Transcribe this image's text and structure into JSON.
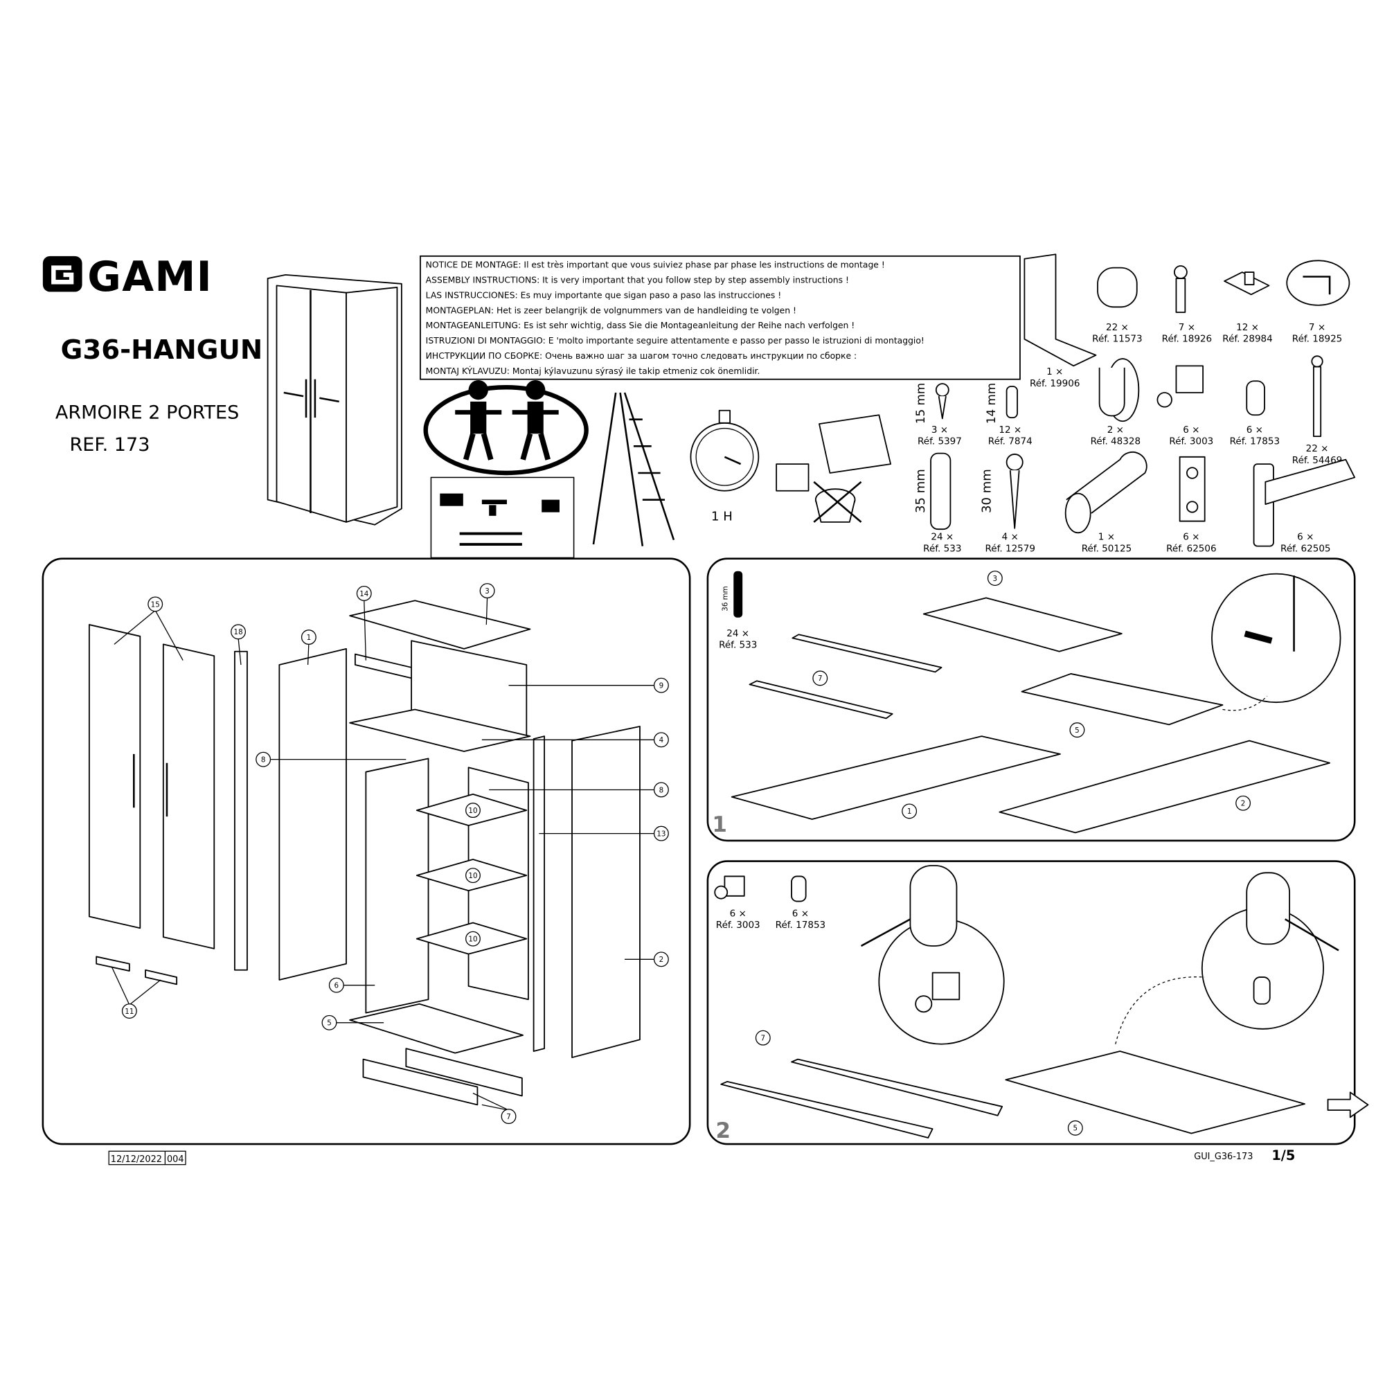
{
  "brand": "GAMI",
  "model": "G36-HANGUN",
  "product": "ARMOIRE 2 PORTES",
  "reference": "REF. 173",
  "notice": [
    "NOTICE DE MONTAGE: Il est très important que vous suiviez phase par phase les instructions de montage !",
    "ASSEMBLY INSTRUCTIONS: It is very important that you follow step by step assembly instructions !",
    "LAS INSTRUCCIONES: Es muy importante que sigan paso a paso las instrucciones !",
    "MONTAGEPLAN: Het is zeer belangrijk de volgnummers van de handleiding te volgen !",
    "MONTAGEANLEITUNG: Es ist sehr wichtig, dass Sie die Montageanleitung der Reihe nach verfolgen !",
    "ISTRUZIONI DI MONTAGGIO: E 'molto importante seguire attentamente e passo per passo le istruzioni di montaggio!",
    "ИНСТРУКЦИИ ПО СБОРКЕ: Очень важно шаг за шагом точно следовать инструкции по сборке :",
    "MONTAJ KÝLAVUZU: Montaj kýlavuzunu sýrasý ile takip etmeniz cok önemlidir."
  ],
  "assembly_time": "1 H",
  "hardware": [
    {
      "qty": "1 ×",
      "ref": "Réf. 19906"
    },
    {
      "qty": "22 ×",
      "ref": "Réf. 11573"
    },
    {
      "qty": "7 ×",
      "ref": "Réf. 18926"
    },
    {
      "qty": "12 ×",
      "ref": "Réf. 28984"
    },
    {
      "qty": "7 ×",
      "ref": "Réf. 18925"
    },
    {
      "qty": "3 ×",
      "ref": "Réf. 5397",
      "size": "15 mm"
    },
    {
      "qty": "12 ×",
      "ref": "Réf. 7874",
      "size": "14 mm"
    },
    {
      "qty": "2 ×",
      "ref": "Réf. 48328"
    },
    {
      "qty": "6 ×",
      "ref": "Réf. 3003"
    },
    {
      "qty": "6 ×",
      "ref": "Réf. 17853"
    },
    {
      "qty": "22 ×",
      "ref": "Réf. 54469"
    },
    {
      "qty": "24 ×",
      "ref": "Réf. 533",
      "size": "35 mm"
    },
    {
      "qty": "4 ×",
      "ref": "Réf. 12579",
      "size": "30 mm"
    },
    {
      "qty": "1 ×",
      "ref": "Réf. 50125"
    },
    {
      "qty": "6 ×",
      "ref": "Réf. 62506"
    },
    {
      "qty": "6 ×",
      "ref": "Réf. 62505"
    }
  ],
  "exploded_parts": [
    "15",
    "18",
    "1",
    "14",
    "3",
    "9",
    "4",
    "8",
    "8",
    "10",
    "13",
    "10",
    "10",
    "2",
    "6",
    "11",
    "5",
    "7"
  ],
  "step1": {
    "number": "1",
    "hardware": {
      "size": "36 mm",
      "qty": "24 ×",
      "ref": "Réf. 533"
    },
    "parts": [
      "3",
      "7",
      "5",
      "1",
      "2"
    ]
  },
  "step2": {
    "number": "2",
    "hardware": [
      {
        "qty": "6 ×",
        "ref": "Réf. 3003"
      },
      {
        "qty": "6 ×",
        "ref": "Réf. 17853"
      }
    ],
    "parts": [
      "7",
      "5"
    ]
  },
  "footer": {
    "date": "12/12/2022",
    "code": "004",
    "doc_id": "GUI_G36-173",
    "page": "1/5"
  }
}
